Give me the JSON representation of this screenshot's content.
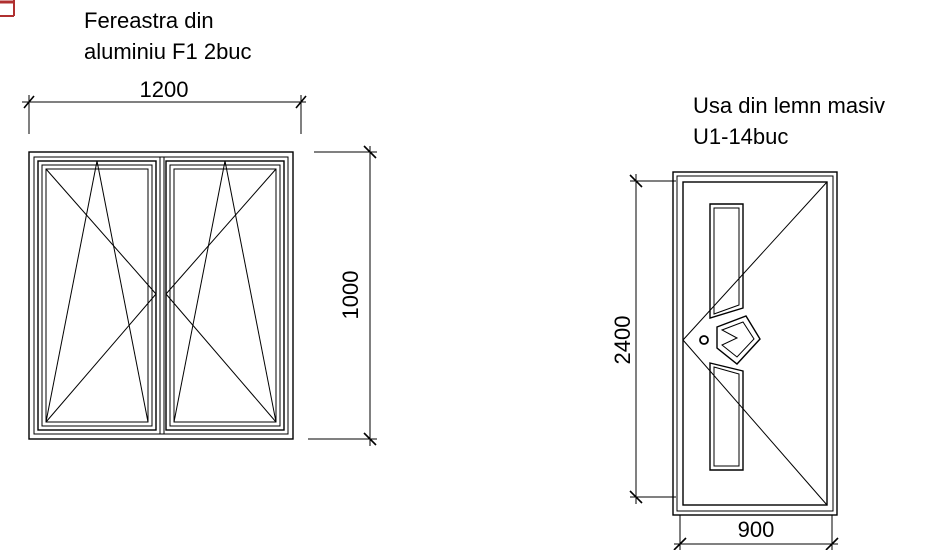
{
  "window": {
    "title_line1": "Fereastra din",
    "title_line2": "aluminiu F1 2buc",
    "width_label": "1200",
    "height_label": "1000"
  },
  "door": {
    "title_line1": "Usa din lemn masiv",
    "title_line2": "U1-14buc",
    "height_label": "2400",
    "width_label": "900"
  },
  "colors": {
    "corner_accent": "#b03030",
    "line": "#000000"
  }
}
